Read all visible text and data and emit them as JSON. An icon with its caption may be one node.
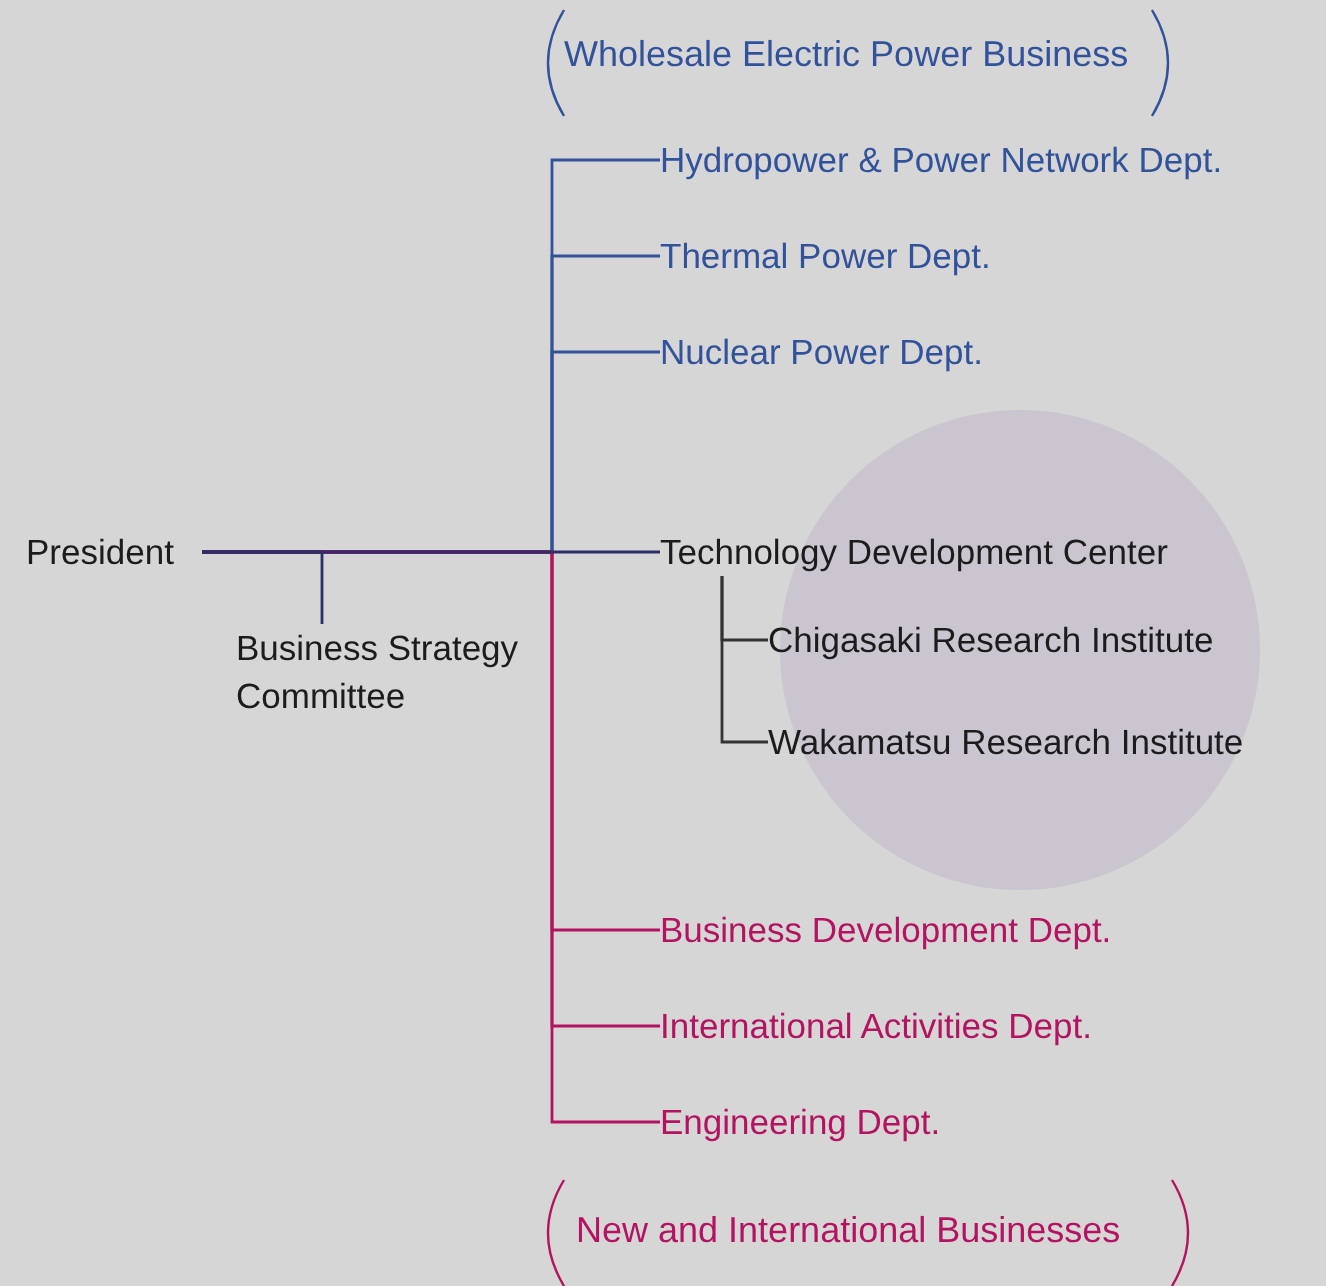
{
  "diagram": {
    "nodes": [
      {
        "text": [
          "President"
        ]
      },
      {
        "text": [
          "Business Strategy Committee"
        ]
      },
      {
        "text": [
          "Hydropower & Power Network Dept."
        ]
      },
      {
        "text": [
          "Thermal Power Dept."
        ]
      },
      {
        "text": [
          "Nuclear Power Dept."
        ]
      },
      {
        "text": [
          "Technology Development Center"
        ]
      },
      {
        "text": [
          "Chigasaki Research Institute"
        ]
      },
      {
        "text": [
          "Wakamatsu Research Institute"
        ]
      },
      {
        "text": [
          "Business Development Dept."
        ]
      },
      {
        "text": [
          "International Activities Dept."
        ]
      },
      {
        "text": [
          "Engineering Dept."
        ]
      }
    ],
    "edges": [
      {
        "from": 0,
        "to": 2,
        "arrow": "none",
        "color": "#32529b"
      },
      {
        "from": 0,
        "to": 3,
        "arrow": "none",
        "color": "#32529b"
      },
      {
        "from": 0,
        "to": 4,
        "arrow": "none",
        "color": "#32529b"
      },
      {
        "from": 0,
        "to": 8,
        "arrow": "none",
        "color": "#b3135f"
      },
      {
        "from": 0,
        "to": 9,
        "arrow": "none",
        "color": "#b3135f"
      },
      {
        "from": 0,
        "to": 10,
        "arrow": "none",
        "color": "#b3135f"
      },
      {
        "from": 5,
        "to": 6,
        "arrow": "none",
        "color": "#333333"
      },
      {
        "from": 5,
        "to": 7,
        "arrow": "none",
        "color": "#333333"
      },
      {
        "from": 0,
        "to": 1,
        "arrow": "none",
        "color": "#2c2f68"
      },
      {
        "from": 0,
        "to": 5,
        "arrow": "none",
        "color": "#2c2f68"
      }
    ],
    "labels": [
      "Wholesale Electric Power Business",
      "New and International Businesses"
    ]
  }
}
